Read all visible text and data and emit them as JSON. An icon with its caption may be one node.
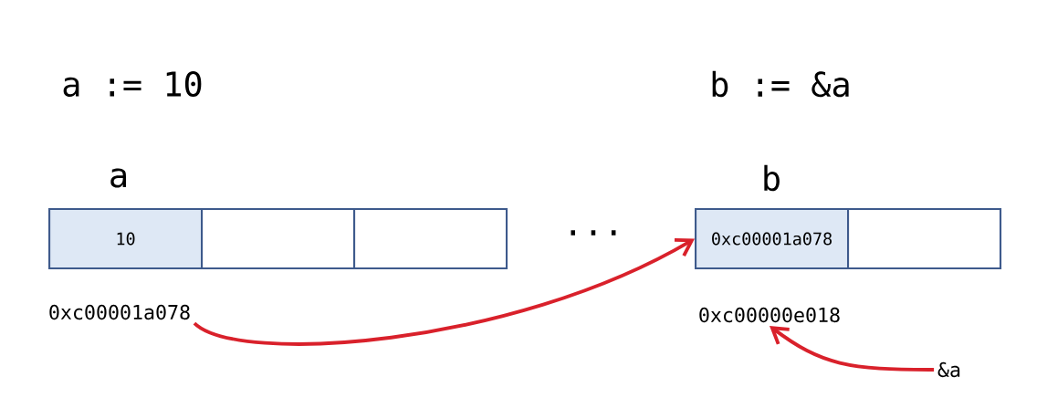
{
  "diagram": {
    "nodes": [
      {
        "text": [
          "10"
        ]
      },
      {
        "text": [],
        "shape": "box"
      },
      {
        "text": [],
        "shape": "box"
      },
      {
        "text": [
          "0xc00001a078"
        ]
      },
      {
        "text": [],
        "shape": "box"
      },
      {
        "text": [
          "0xc00001a078"
        ]
      },
      {
        "text": [
          "0xc00000e018"
        ]
      },
      {
        "text": [
          "&a"
        ]
      }
    ],
    "edges": [
      {
        "from": 5,
        "to": 3,
        "arrow": "to",
        "color": "#d9212b"
      },
      {
        "from": 7,
        "to": 6,
        "arrow": "to",
        "color": "#d9212b"
      }
    ],
    "labels": [
      "a := 10",
      "b := &a",
      "a",
      "b",
      "..."
    ]
  }
}
